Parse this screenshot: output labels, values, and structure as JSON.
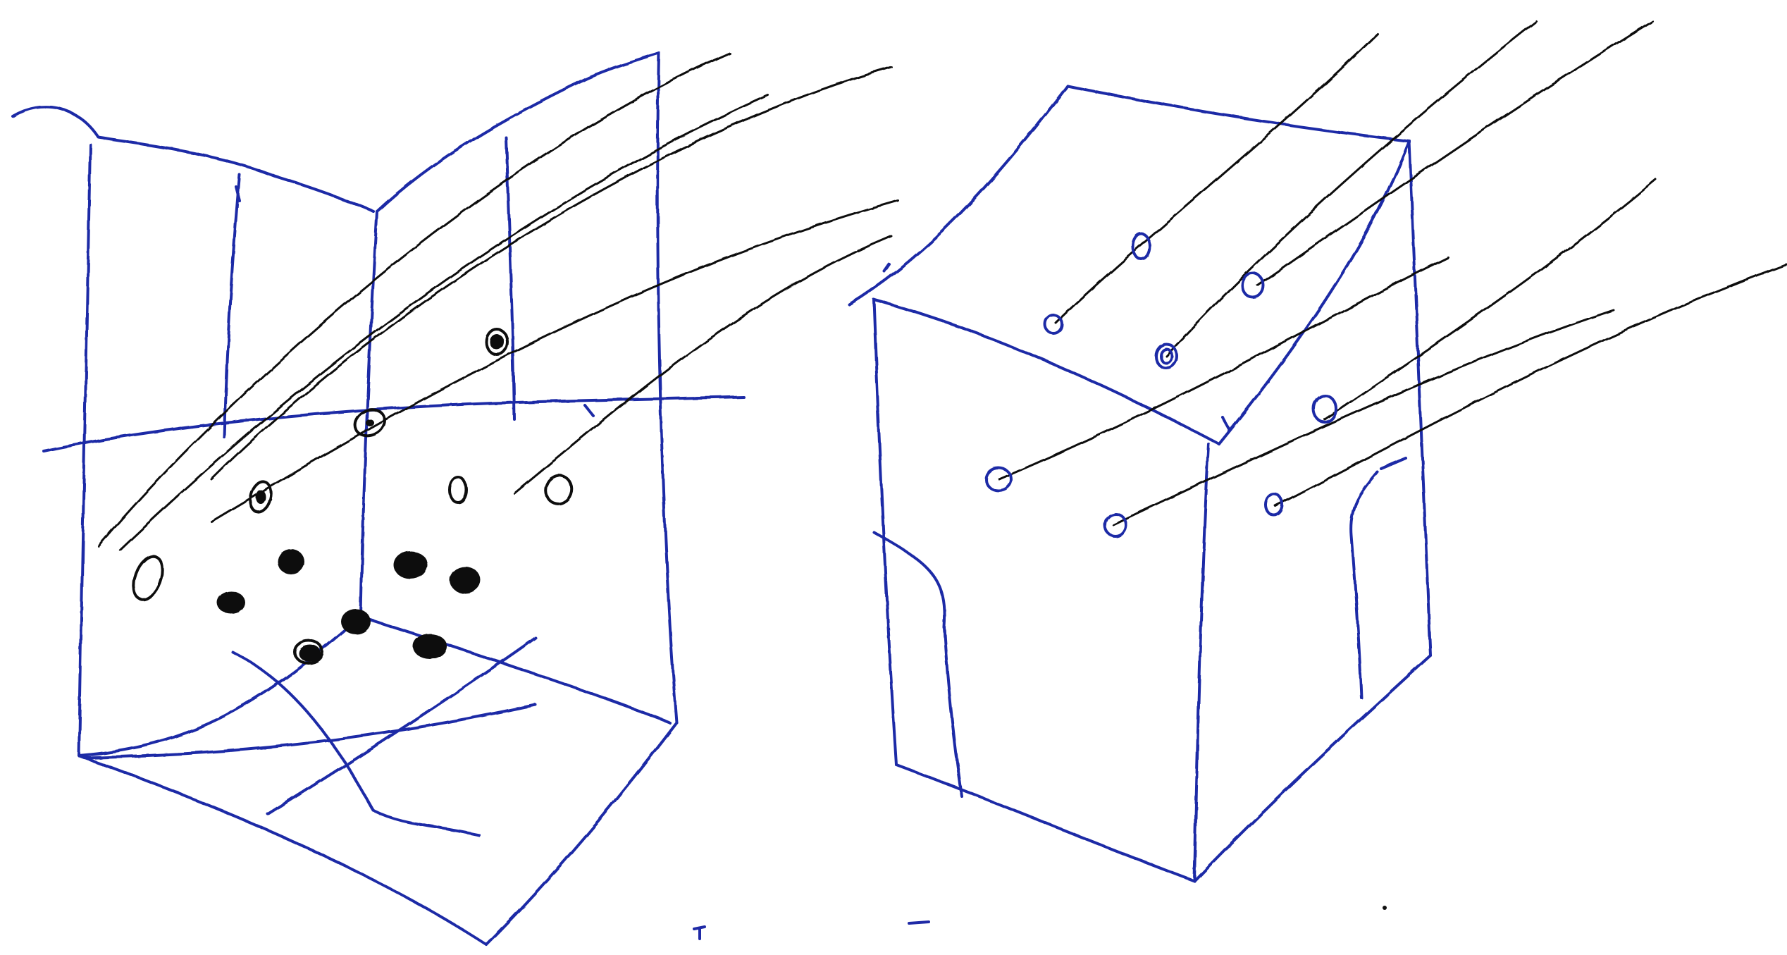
{
  "sketch": {
    "left": {
      "open_rings": 7,
      "solid_dots": 10
    },
    "right": {
      "open_rings": 9,
      "solid_dots": 0
    }
  },
  "colors": {
    "ink_blue": "#1f2aa6",
    "ink_black": "#111111",
    "paper": "#ffffff"
  }
}
